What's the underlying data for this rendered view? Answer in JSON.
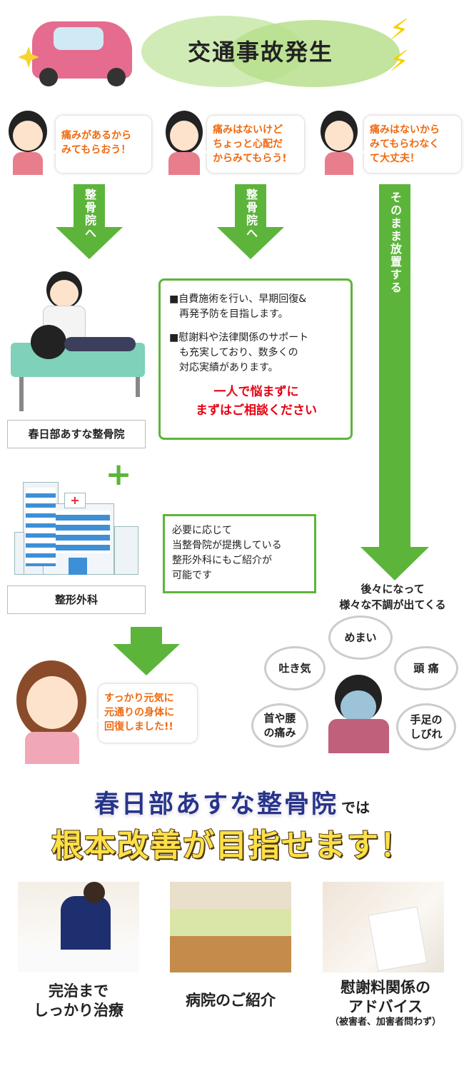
{
  "title": "交通事故発生",
  "scenarios": [
    {
      "line1": "痛みがあるから",
      "line2": "みてもらおう！",
      "arrow": "整骨院へ"
    },
    {
      "line1": "痛みはないけど",
      "line2": "ちょっと心配だ",
      "line3": "からみてもらう!",
      "arrow": "整骨院へ"
    },
    {
      "line1": "痛みはないから",
      "line2": "みてもらわなく",
      "line3": "て大丈夫！",
      "arrow": "そのまま放置する"
    }
  ],
  "clinic": {
    "name": "春日部あすな整骨院",
    "bullet1_l1": "■自費施術を行い、早期回復&",
    "bullet1_l2": "再発予防を目指します。",
    "bullet2_l1": "■慰謝料や法律関係のサポート",
    "bullet2_l2": "も充実しており、数多くの",
    "bullet2_l3": "対応実績があります。",
    "cta_l1": "一人で悩まずに",
    "cta_l2": "まずはご相談ください"
  },
  "plus": "+",
  "hospital": {
    "name": "整形外科",
    "l1": "必要に応じて",
    "l2": "当整骨院が提携している",
    "l3": "整形外科にもご紹介が",
    "l4": "可能です"
  },
  "neglect": {
    "l1": "後々になって",
    "l2": "様々な不調が出てくる",
    "symptoms": [
      "吐き気",
      "めまい",
      "頭 痛",
      "首や腰",
      "の痛み",
      "手足の",
      "しびれ"
    ]
  },
  "recovered": {
    "l1": "すっかり元気に",
    "l2": "元通りの身体に",
    "l3": "回復しました!!"
  },
  "headline": {
    "brand": "春日部あすな整骨院",
    "suffix": "では",
    "main": "根本改善が目指せます！"
  },
  "features": [
    {
      "l1": "完治まで",
      "l2": "しっかり治療"
    },
    {
      "l1": "病院のご紹介"
    },
    {
      "l1": "慰謝料関係の",
      "l2": "アドバイス",
      "sub": "（被害者、加害者問わず）"
    }
  ],
  "colors": {
    "green": "#5cb53a",
    "orange": "#f06a0f",
    "red": "#e60012",
    "navy": "#27348b",
    "yellow": "#fde047"
  }
}
